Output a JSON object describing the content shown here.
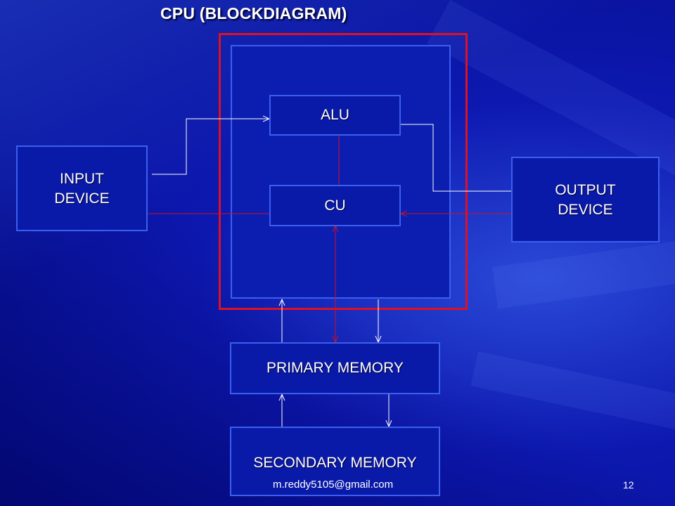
{
  "slide": {
    "title": "CPU (BLOCKDIAGRAM)",
    "footer_email": "m.reddy5105@gmail.com",
    "page_number": "12"
  },
  "blocks": {
    "alu": "ALU",
    "cu": "CU",
    "input": {
      "line1": "INPUT",
      "line2": "DEVICE"
    },
    "output": {
      "line1": "OUTPUT",
      "line2": "DEVICE"
    },
    "primary_memory": "PRIMARY MEMORY",
    "secondary_memory": "SECONDARY MEMORY"
  },
  "colors": {
    "background": "#0b14a6",
    "box_border": "#3a5ff0",
    "cpu_border": "#e01020",
    "data_wire": "#ffffff",
    "control_wire": "#d01020"
  }
}
